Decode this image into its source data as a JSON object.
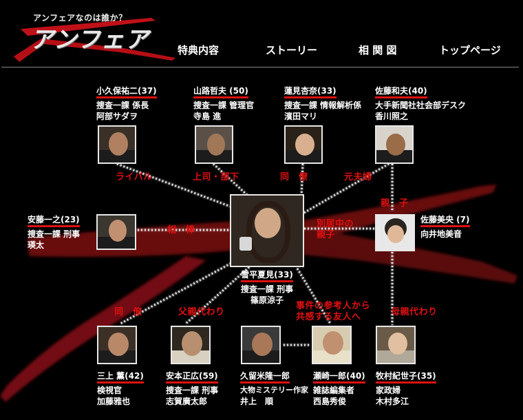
{
  "header": {
    "tagline": "アンフェアなのは誰か？",
    "logo": "アンフェア",
    "nav": [
      {
        "label": "特典内容"
      },
      {
        "label": "ストーリー"
      },
      {
        "label": "相 関 図"
      },
      {
        "label": "トップページ"
      }
    ]
  },
  "colors": {
    "background": "#000000",
    "accent_red": "#e01010",
    "underline_red": "#dd1111",
    "brush_red": "#7a0a12",
    "frame": "#e8e8e8"
  },
  "center": {
    "name": "雪平夏見(33)",
    "role": "捜査一課 刑事",
    "actor": "篠原涼子"
  },
  "characters": {
    "kubota": {
      "name": "小久保祐二(37)",
      "role": "捜査一課 係長",
      "actor": "阿部サダヲ"
    },
    "yamaji": {
      "name": "山路哲夫 (50)",
      "role": "捜査一課 管理官",
      "actor": "寺島 進"
    },
    "hasumi": {
      "name": "蓮見杏奈(33)",
      "role": "捜査一課 情報解析係",
      "actor": "濱田マリ"
    },
    "satou_kazuo": {
      "name": "佐藤和夫(40)",
      "role": "大手新聞社社会部デスク",
      "actor": "香川照之"
    },
    "andou": {
      "name": "安藤一之(23)",
      "role": "捜査一課 刑事",
      "actor": "瑛太"
    },
    "satou_mio": {
      "name": "佐藤美央 (7)",
      "actor": "向井地美音"
    },
    "mikami": {
      "name": "三上 薫(42)",
      "role": "検視官",
      "actor": "加藤雅也"
    },
    "yasumoto": {
      "name": "安本正広(59)",
      "role": "捜査一課 刑事",
      "actor": "志賀廣太郎"
    },
    "kurume": {
      "name": "久留米隆一郎",
      "role": "大物ミステリー作家",
      "actor": "井上　順"
    },
    "sezaki": {
      "name": "瀬崎一郎(40)",
      "role": "雑誌編集者",
      "actor": "西島秀俊"
    },
    "makimura": {
      "name": "牧村紀世子(35)",
      "role": "家政婦",
      "actor": "木村多江"
    }
  },
  "relations": {
    "rival": "ライバル",
    "boss": "上司・部下",
    "colleague_top": "同　僚",
    "ex_spouse": "元夫婦",
    "parent_child": "親　子",
    "partner": "相　棒",
    "separated_1": "別居中の",
    "separated_2": "親子",
    "colleague_bottom": "同　僚",
    "father_figure": "父親代わり",
    "witness_1": "事件の参考人から",
    "witness_2": "共感する友人へ",
    "mother_figure": "母親代わり"
  }
}
